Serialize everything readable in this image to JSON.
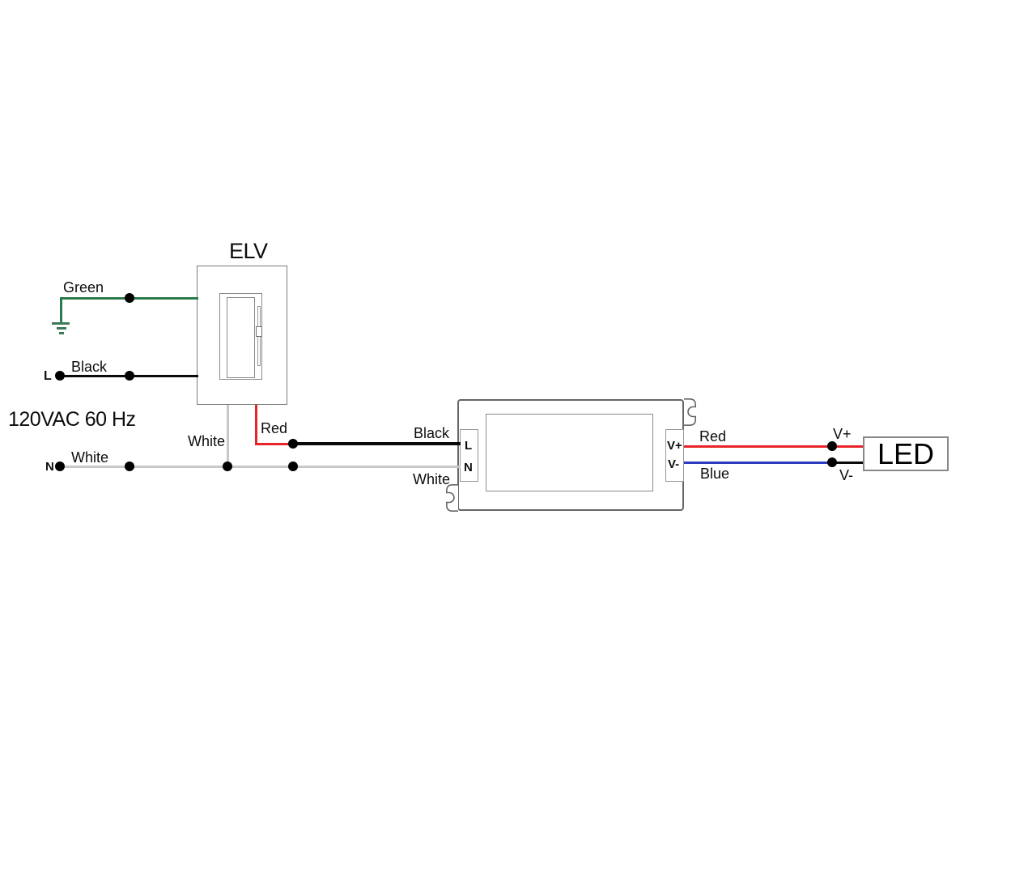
{
  "diagram": {
    "source": {
      "voltage": "120VAC  60 Hz",
      "line_terminal": "L",
      "neutral_terminal": "N",
      "ground_wire_color": "Green",
      "line_wire_color": "Black",
      "neutral_wire_color": "White"
    },
    "dimmer": {
      "title": "ELV",
      "output_hot_wire_color": "Red",
      "neutral_wire_color": "White"
    },
    "driver": {
      "input_wire_line_color": "Black",
      "input_wire_neutral_color": "White",
      "terminal_line": "L",
      "terminal_neutral": "N",
      "terminal_v_plus": "V+",
      "terminal_v_minus": "V-",
      "output_wire_positive_color": "Red",
      "output_wire_negative_color": "Blue"
    },
    "led": {
      "title": "LED",
      "v_plus_label": "V+",
      "v_minus_label": "V-"
    },
    "colors": {
      "green_wire": "#2a7a4b",
      "black_wire": "#0a0a0a",
      "white_wire": "#c8c8c8",
      "red_wire": "#e8242a",
      "blue_wire": "#2d3bc1"
    }
  }
}
